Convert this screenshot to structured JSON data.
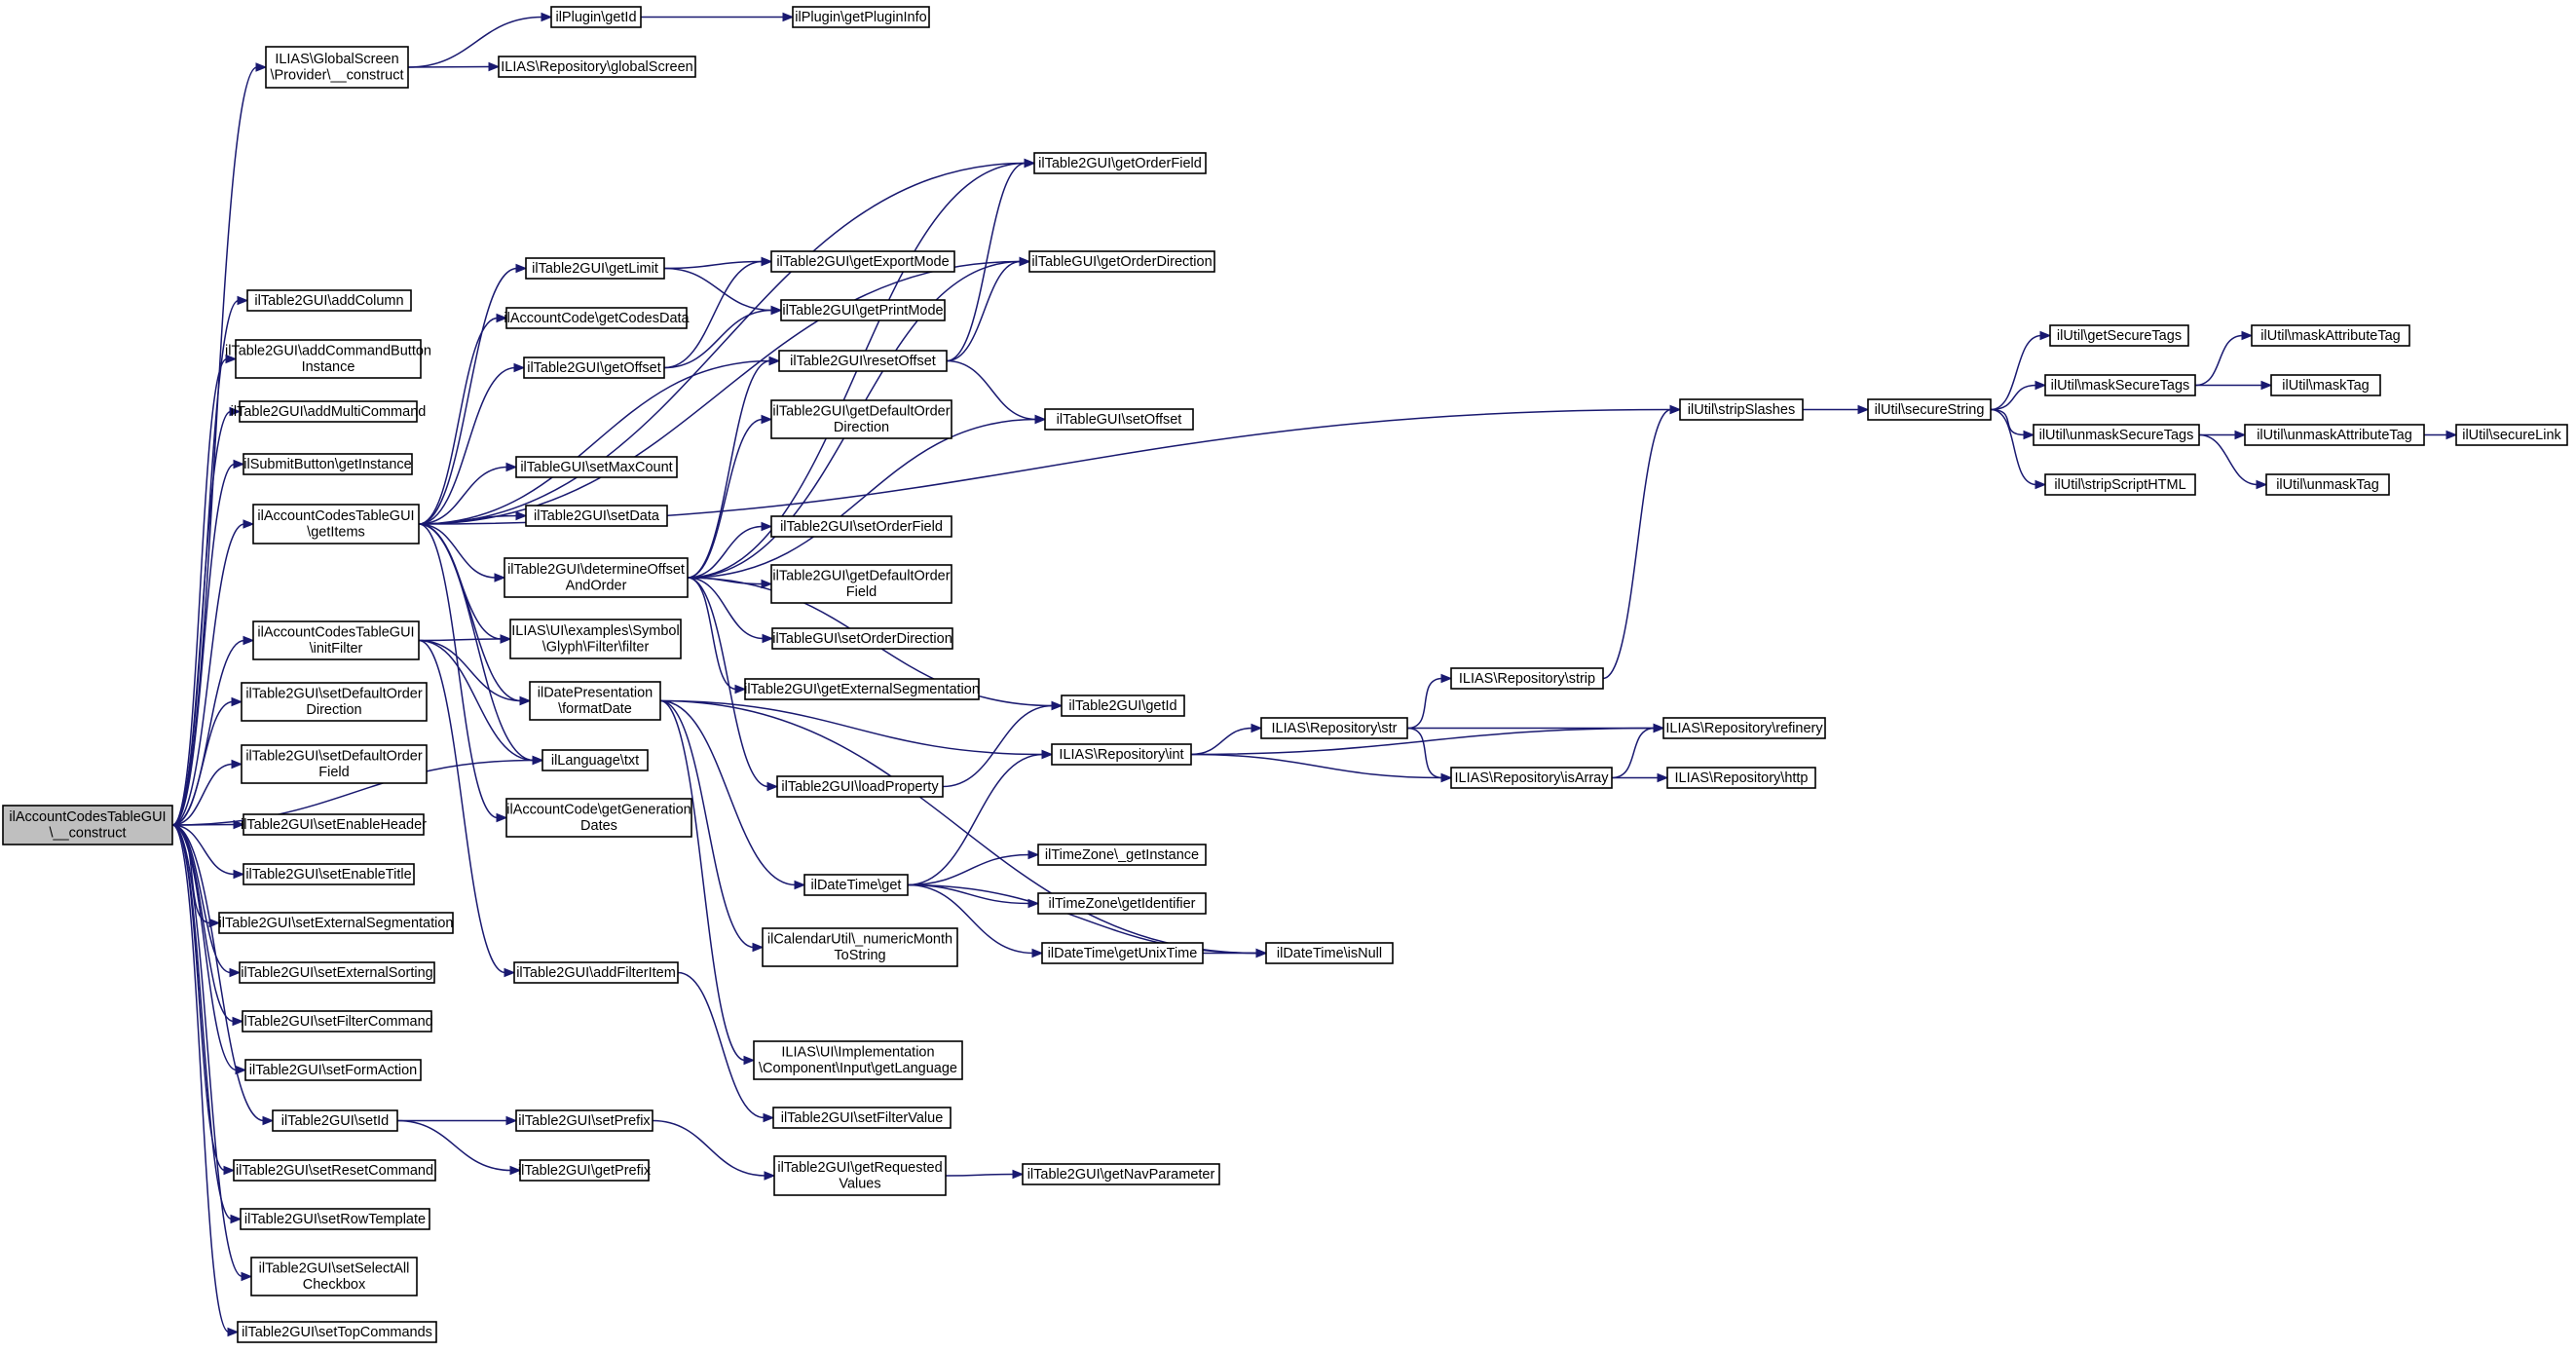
{
  "edge_color": "#191970",
  "root_fill": "#bfbfbf",
  "nodes": [
    {
      "id": "root",
      "lines": [
        "ilAccountCodesTableGUI",
        "\\__construct"
      ],
      "root": true
    },
    {
      "id": "gsprov",
      "lines": [
        "ILIAS\\GlobalScreen",
        "\\Provider\\__construct"
      ]
    },
    {
      "id": "plugin_getId",
      "lines": [
        "ilPlugin\\getId"
      ]
    },
    {
      "id": "plugin_info",
      "lines": [
        "ilPlugin\\getPluginInfo"
      ]
    },
    {
      "id": "repo_gs",
      "lines": [
        "ILIAS\\Repository\\globalScreen"
      ]
    },
    {
      "id": "addColumn",
      "lines": [
        "ilTable2GUI\\addColumn"
      ]
    },
    {
      "id": "addCmdBtn",
      "lines": [
        "ilTable2GUI\\addCommandButton",
        "Instance"
      ]
    },
    {
      "id": "addMulti",
      "lines": [
        "ilTable2GUI\\addMultiCommand"
      ]
    },
    {
      "id": "submitBtn",
      "lines": [
        "ilSubmitButton\\getInstance"
      ]
    },
    {
      "id": "getItems",
      "lines": [
        "ilAccountCodesTableGUI",
        "\\getItems"
      ]
    },
    {
      "id": "initFilter",
      "lines": [
        "ilAccountCodesTableGUI",
        "\\initFilter"
      ]
    },
    {
      "id": "setDefOrdDir",
      "lines": [
        "ilTable2GUI\\setDefaultOrder",
        "Direction"
      ]
    },
    {
      "id": "setDefOrdField",
      "lines": [
        "ilTable2GUI\\setDefaultOrder",
        "Field"
      ]
    },
    {
      "id": "setEnHeader",
      "lines": [
        "ilTable2GUI\\setEnableHeader"
      ]
    },
    {
      "id": "setEnTitle",
      "lines": [
        "ilTable2GUI\\setEnableTitle"
      ]
    },
    {
      "id": "setExtSeg",
      "lines": [
        "ilTable2GUI\\setExternalSegmentation"
      ]
    },
    {
      "id": "setExtSort",
      "lines": [
        "ilTable2GUI\\setExternalSorting"
      ]
    },
    {
      "id": "setFilterCmd",
      "lines": [
        "ilTable2GUI\\setFilterCommand"
      ]
    },
    {
      "id": "setFormAction",
      "lines": [
        "ilTable2GUI\\setFormAction"
      ]
    },
    {
      "id": "setId",
      "lines": [
        "ilTable2GUI\\setId"
      ]
    },
    {
      "id": "setResetCmd",
      "lines": [
        "ilTable2GUI\\setResetCommand"
      ]
    },
    {
      "id": "setRowTpl",
      "lines": [
        "ilTable2GUI\\setRowTemplate"
      ]
    },
    {
      "id": "setSelAll",
      "lines": [
        "ilTable2GUI\\setSelectAll",
        "Checkbox"
      ]
    },
    {
      "id": "setTopCmds",
      "lines": [
        "ilTable2GUI\\setTopCommands"
      ]
    },
    {
      "id": "getLimit",
      "lines": [
        "ilTable2GUI\\getLimit"
      ]
    },
    {
      "id": "getCodesData",
      "lines": [
        "ilAccountCode\\getCodesData"
      ]
    },
    {
      "id": "getOffset",
      "lines": [
        "ilTable2GUI\\getOffset"
      ]
    },
    {
      "id": "setMaxCount",
      "lines": [
        "ilTableGUI\\setMaxCount"
      ]
    },
    {
      "id": "setData",
      "lines": [
        "ilTable2GUI\\setData"
      ]
    },
    {
      "id": "detOffset",
      "lines": [
        "ilTable2GUI\\determineOffset",
        "AndOrder"
      ]
    },
    {
      "id": "symbolFilter",
      "lines": [
        "ILIAS\\UI\\examples\\Symbol",
        "\\Glyph\\Filter\\filter"
      ]
    },
    {
      "id": "formatDate",
      "lines": [
        "ilDatePresentation",
        "\\formatDate"
      ]
    },
    {
      "id": "langTxt",
      "lines": [
        "ilLanguage\\txt"
      ]
    },
    {
      "id": "genDates",
      "lines": [
        "ilAccountCode\\getGeneration",
        "Dates"
      ]
    },
    {
      "id": "addFilterItem",
      "lines": [
        "ilTable2GUI\\addFilterItem"
      ]
    },
    {
      "id": "setPrefix",
      "lines": [
        "ilTable2GUI\\setPrefix"
      ]
    },
    {
      "id": "getPrefix",
      "lines": [
        "ilTable2GUI\\getPrefix"
      ]
    },
    {
      "id": "getExportMode",
      "lines": [
        "ilTable2GUI\\getExportMode"
      ]
    },
    {
      "id": "getPrintMode",
      "lines": [
        "ilTable2GUI\\getPrintMode"
      ]
    },
    {
      "id": "resetOffset",
      "lines": [
        "ilTable2GUI\\resetOffset"
      ]
    },
    {
      "id": "getDefOrdDir",
      "lines": [
        "ilTable2GUI\\getDefaultOrder",
        "Direction"
      ]
    },
    {
      "id": "setOrderField",
      "lines": [
        "ilTable2GUI\\setOrderField"
      ]
    },
    {
      "id": "getDefOrdField",
      "lines": [
        "ilTable2GUI\\getDefaultOrder",
        "Field"
      ]
    },
    {
      "id": "setOrderDir",
      "lines": [
        "ilTableGUI\\setOrderDirection"
      ]
    },
    {
      "id": "getExtSeg",
      "lines": [
        "ilTable2GUI\\getExternalSegmentation"
      ]
    },
    {
      "id": "loadProperty",
      "lines": [
        "ilTable2GUI\\loadProperty"
      ]
    },
    {
      "id": "dtGet",
      "lines": [
        "ilDateTime\\get"
      ]
    },
    {
      "id": "numMonth",
      "lines": [
        "ilCalendarUtil\\_numericMonth",
        "ToString"
      ]
    },
    {
      "id": "implGetLang",
      "lines": [
        "ILIAS\\UI\\Implementation",
        "\\Component\\Input\\getLanguage"
      ]
    },
    {
      "id": "setFilterValue",
      "lines": [
        "ilTable2GUI\\setFilterValue"
      ]
    },
    {
      "id": "getReqValues",
      "lines": [
        "ilTable2GUI\\getRequested",
        "Values"
      ]
    },
    {
      "id": "getOrderField",
      "lines": [
        "ilTable2GUI\\getOrderField"
      ]
    },
    {
      "id": "getOrderDir",
      "lines": [
        "ilTableGUI\\getOrderDirection"
      ]
    },
    {
      "id": "setOffset",
      "lines": [
        "ilTableGUI\\setOffset"
      ]
    },
    {
      "id": "getId2",
      "lines": [
        "ilTable2GUI\\getId"
      ]
    },
    {
      "id": "repoInt",
      "lines": [
        "ILIAS\\Repository\\int"
      ]
    },
    {
      "id": "tzInst",
      "lines": [
        "ilTimeZone\\_getInstance"
      ]
    },
    {
      "id": "tzIdent",
      "lines": [
        "ilTimeZone\\getIdentifier"
      ]
    },
    {
      "id": "getUnixTime",
      "lines": [
        "ilDateTime\\getUnixTime"
      ]
    },
    {
      "id": "getNavParam",
      "lines": [
        "ilTable2GUI\\getNavParameter"
      ]
    },
    {
      "id": "stripSlashes",
      "lines": [
        "ilUtil\\stripSlashes"
      ]
    },
    {
      "id": "repoStrip",
      "lines": [
        "ILIAS\\Repository\\strip"
      ]
    },
    {
      "id": "repoStr",
      "lines": [
        "ILIAS\\Repository\\str"
      ]
    },
    {
      "id": "repoIsArray",
      "lines": [
        "ILIAS\\Repository\\isArray"
      ]
    },
    {
      "id": "isNull",
      "lines": [
        "ilDateTime\\isNull"
      ]
    },
    {
      "id": "secureString",
      "lines": [
        "ilUtil\\secureString"
      ]
    },
    {
      "id": "repoRefinery",
      "lines": [
        "ILIAS\\Repository\\refinery"
      ]
    },
    {
      "id": "repoHttp",
      "lines": [
        "ILIAS\\Repository\\http"
      ]
    },
    {
      "id": "getSecTags",
      "lines": [
        "ilUtil\\getSecureTags"
      ]
    },
    {
      "id": "maskSecTags",
      "lines": [
        "ilUtil\\maskSecureTags"
      ]
    },
    {
      "id": "unmaskSecTags",
      "lines": [
        "ilUtil\\unmaskSecureTags"
      ]
    },
    {
      "id": "stripScript",
      "lines": [
        "ilUtil\\stripScriptHTML"
      ]
    },
    {
      "id": "maskAttrTag",
      "lines": [
        "ilUtil\\maskAttributeTag"
      ]
    },
    {
      "id": "maskTag",
      "lines": [
        "ilUtil\\maskTag"
      ]
    },
    {
      "id": "unmaskAttrTag",
      "lines": [
        "ilUtil\\unmaskAttributeTag"
      ]
    },
    {
      "id": "unmaskTag",
      "lines": [
        "ilUtil\\unmaskTag"
      ]
    },
    {
      "id": "secureLink",
      "lines": [
        "ilUtil\\secureLink"
      ]
    }
  ],
  "edges": [
    [
      "root",
      "gsprov"
    ],
    [
      "root",
      "addColumn"
    ],
    [
      "root",
      "addCmdBtn"
    ],
    [
      "root",
      "addMulti"
    ],
    [
      "root",
      "submitBtn"
    ],
    [
      "root",
      "getItems"
    ],
    [
      "root",
      "initFilter"
    ],
    [
      "root",
      "setDefOrdDir"
    ],
    [
      "root",
      "setDefOrdField"
    ],
    [
      "root",
      "setEnHeader"
    ],
    [
      "root",
      "setEnTitle"
    ],
    [
      "root",
      "setExtSeg"
    ],
    [
      "root",
      "setExtSort"
    ],
    [
      "root",
      "setFilterCmd"
    ],
    [
      "root",
      "setFormAction"
    ],
    [
      "root",
      "setId"
    ],
    [
      "root",
      "setResetCmd"
    ],
    [
      "root",
      "setRowTpl"
    ],
    [
      "root",
      "setSelAll"
    ],
    [
      "root",
      "setTopCmds"
    ],
    [
      "root",
      "langTxt"
    ],
    [
      "gsprov",
      "plugin_getId"
    ],
    [
      "gsprov",
      "repo_gs"
    ],
    [
      "plugin_getId",
      "plugin_info"
    ],
    [
      "getItems",
      "getLimit"
    ],
    [
      "getItems",
      "getCodesData"
    ],
    [
      "getItems",
      "getOffset"
    ],
    [
      "getItems",
      "setMaxCount"
    ],
    [
      "getItems",
      "setData"
    ],
    [
      "getItems",
      "detOffset"
    ],
    [
      "getItems",
      "symbolFilter"
    ],
    [
      "getItems",
      "formatDate"
    ],
    [
      "getItems",
      "langTxt"
    ],
    [
      "getItems",
      "genDates"
    ],
    [
      "getItems",
      "getOrderField"
    ],
    [
      "getItems",
      "getOrderDir"
    ],
    [
      "getItems",
      "resetOffset"
    ],
    [
      "getItems",
      "stripSlashes"
    ],
    [
      "initFilter",
      "symbolFilter"
    ],
    [
      "initFilter",
      "formatDate"
    ],
    [
      "initFilter",
      "langTxt"
    ],
    [
      "initFilter",
      "addFilterItem"
    ],
    [
      "setId",
      "setPrefix"
    ],
    [
      "setId",
      "getPrefix"
    ],
    [
      "getLimit",
      "getExportMode"
    ],
    [
      "getLimit",
      "getPrintMode"
    ],
    [
      "getOffset",
      "getExportMode"
    ],
    [
      "getOffset",
      "getPrintMode"
    ],
    [
      "detOffset",
      "resetOffset"
    ],
    [
      "detOffset",
      "getDefOrdDir"
    ],
    [
      "detOffset",
      "setOrderField"
    ],
    [
      "detOffset",
      "getDefOrdField"
    ],
    [
      "detOffset",
      "setOrderDir"
    ],
    [
      "detOffset",
      "getExtSeg"
    ],
    [
      "detOffset",
      "loadProperty"
    ],
    [
      "detOffset",
      "getId2"
    ],
    [
      "detOffset",
      "setOffset"
    ],
    [
      "detOffset",
      "getOrderField"
    ],
    [
      "detOffset",
      "getOrderDir"
    ],
    [
      "formatDate",
      "dtGet"
    ],
    [
      "formatDate",
      "numMonth"
    ],
    [
      "formatDate",
      "implGetLang"
    ],
    [
      "formatDate",
      "isNull"
    ],
    [
      "formatDate",
      "repoInt"
    ],
    [
      "addFilterItem",
      "setFilterValue"
    ],
    [
      "setPrefix",
      "getReqValues"
    ],
    [
      "getReqValues",
      "getNavParam"
    ],
    [
      "resetOffset",
      "getOrderField"
    ],
    [
      "resetOffset",
      "getOrderDir"
    ],
    [
      "resetOffset",
      "setOffset"
    ],
    [
      "loadProperty",
      "getId2"
    ],
    [
      "dtGet",
      "repoInt"
    ],
    [
      "dtGet",
      "tzInst"
    ],
    [
      "dtGet",
      "tzIdent"
    ],
    [
      "dtGet",
      "getUnixTime"
    ],
    [
      "dtGet",
      "isNull"
    ],
    [
      "getUnixTime",
      "isNull"
    ],
    [
      "repoInt",
      "repoStr"
    ],
    [
      "repoInt",
      "repoIsArray"
    ],
    [
      "repoInt",
      "repoRefinery"
    ],
    [
      "repoStr",
      "repoStrip"
    ],
    [
      "repoStr",
      "repoRefinery"
    ],
    [
      "repoStr",
      "repoIsArray"
    ],
    [
      "repoStrip",
      "stripSlashes"
    ],
    [
      "repoIsArray",
      "repoRefinery"
    ],
    [
      "repoIsArray",
      "repoHttp"
    ],
    [
      "stripSlashes",
      "secureString"
    ],
    [
      "secureString",
      "getSecTags"
    ],
    [
      "secureString",
      "maskSecTags"
    ],
    [
      "secureString",
      "unmaskSecTags"
    ],
    [
      "secureString",
      "stripScript"
    ],
    [
      "maskSecTags",
      "maskAttrTag"
    ],
    [
      "maskSecTags",
      "maskTag"
    ],
    [
      "unmaskSecTags",
      "unmaskAttrTag"
    ],
    [
      "unmaskSecTags",
      "unmaskTag"
    ],
    [
      "unmaskAttrTag",
      "secureLink"
    ]
  ]
}
